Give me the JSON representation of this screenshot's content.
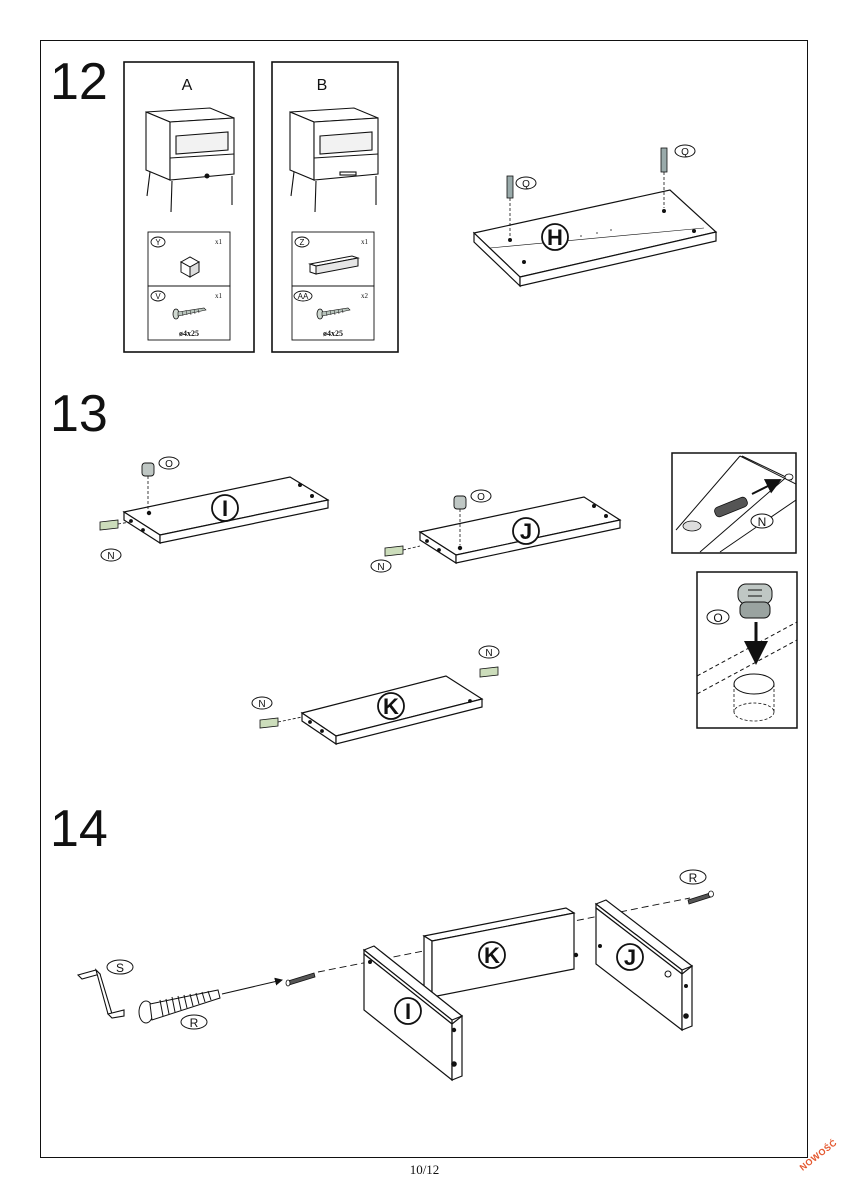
{
  "steps": {
    "s12": "12",
    "s13": "13",
    "s14": "14"
  },
  "step12": {
    "variant_a": {
      "title": "A",
      "parts": [
        {
          "label": "Y",
          "qty": "x1"
        },
        {
          "label": "V",
          "qty": "x1"
        }
      ],
      "size": "ø4x25"
    },
    "variant_b": {
      "title": "B",
      "parts": [
        {
          "label": "Z",
          "qty": "x1"
        },
        {
          "label": "AA",
          "qty": "x2"
        }
      ],
      "size": "ø4x25"
    },
    "panel": "H",
    "pin": "Q"
  },
  "step13": {
    "panel_i": "I",
    "panel_j": "J",
    "panel_k": "K",
    "cam": "O",
    "dowel": "N"
  },
  "step14": {
    "key": "S",
    "bolt": "R",
    "panel_i": "I",
    "panel_k": "K",
    "panel_j": "J"
  },
  "footer": {
    "page": "10/12"
  },
  "badge": "NOWOŚĆ"
}
